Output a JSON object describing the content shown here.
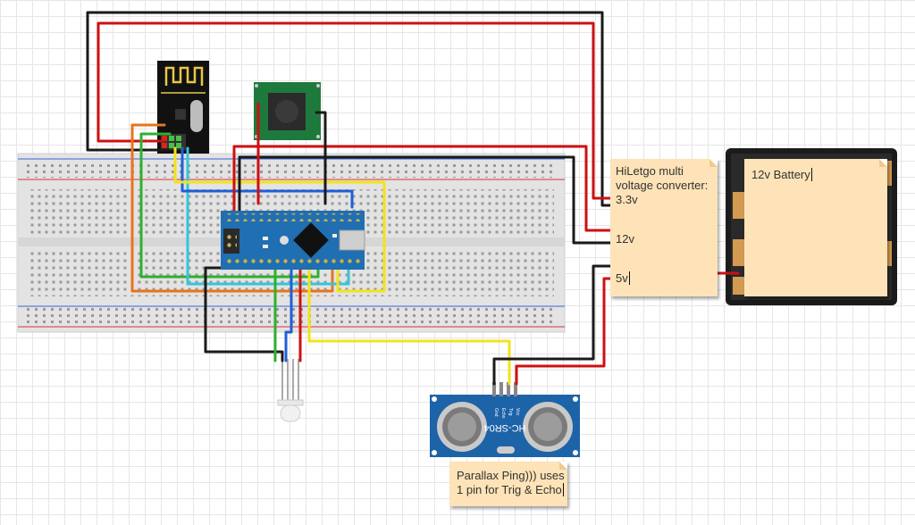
{
  "converter_note": {
    "title": "HiLetgo multi voltage converter:",
    "v33": "3.3v",
    "v12": "12v",
    "v5": "5v"
  },
  "battery_note": {
    "text": "12v Battery"
  },
  "ping_note": {
    "text": "Parallax Ping))) uses 1 pin for Trig & Echo"
  },
  "sensor": {
    "model": "HC-SR04",
    "pins": [
      "Vcc",
      "Trig",
      "Echo",
      "Gnd"
    ]
  },
  "board": {
    "name": "Arduino Nano"
  },
  "colors": {
    "red": "#cc1111",
    "black": "#1a1a1a",
    "blue": "#1f5fd6",
    "green": "#2fb02f",
    "yellow": "#f2e31a",
    "orange": "#e8731c",
    "cyan": "#33c6d8",
    "board_blue": "#1f6fb2",
    "note": "#fde3b7"
  }
}
